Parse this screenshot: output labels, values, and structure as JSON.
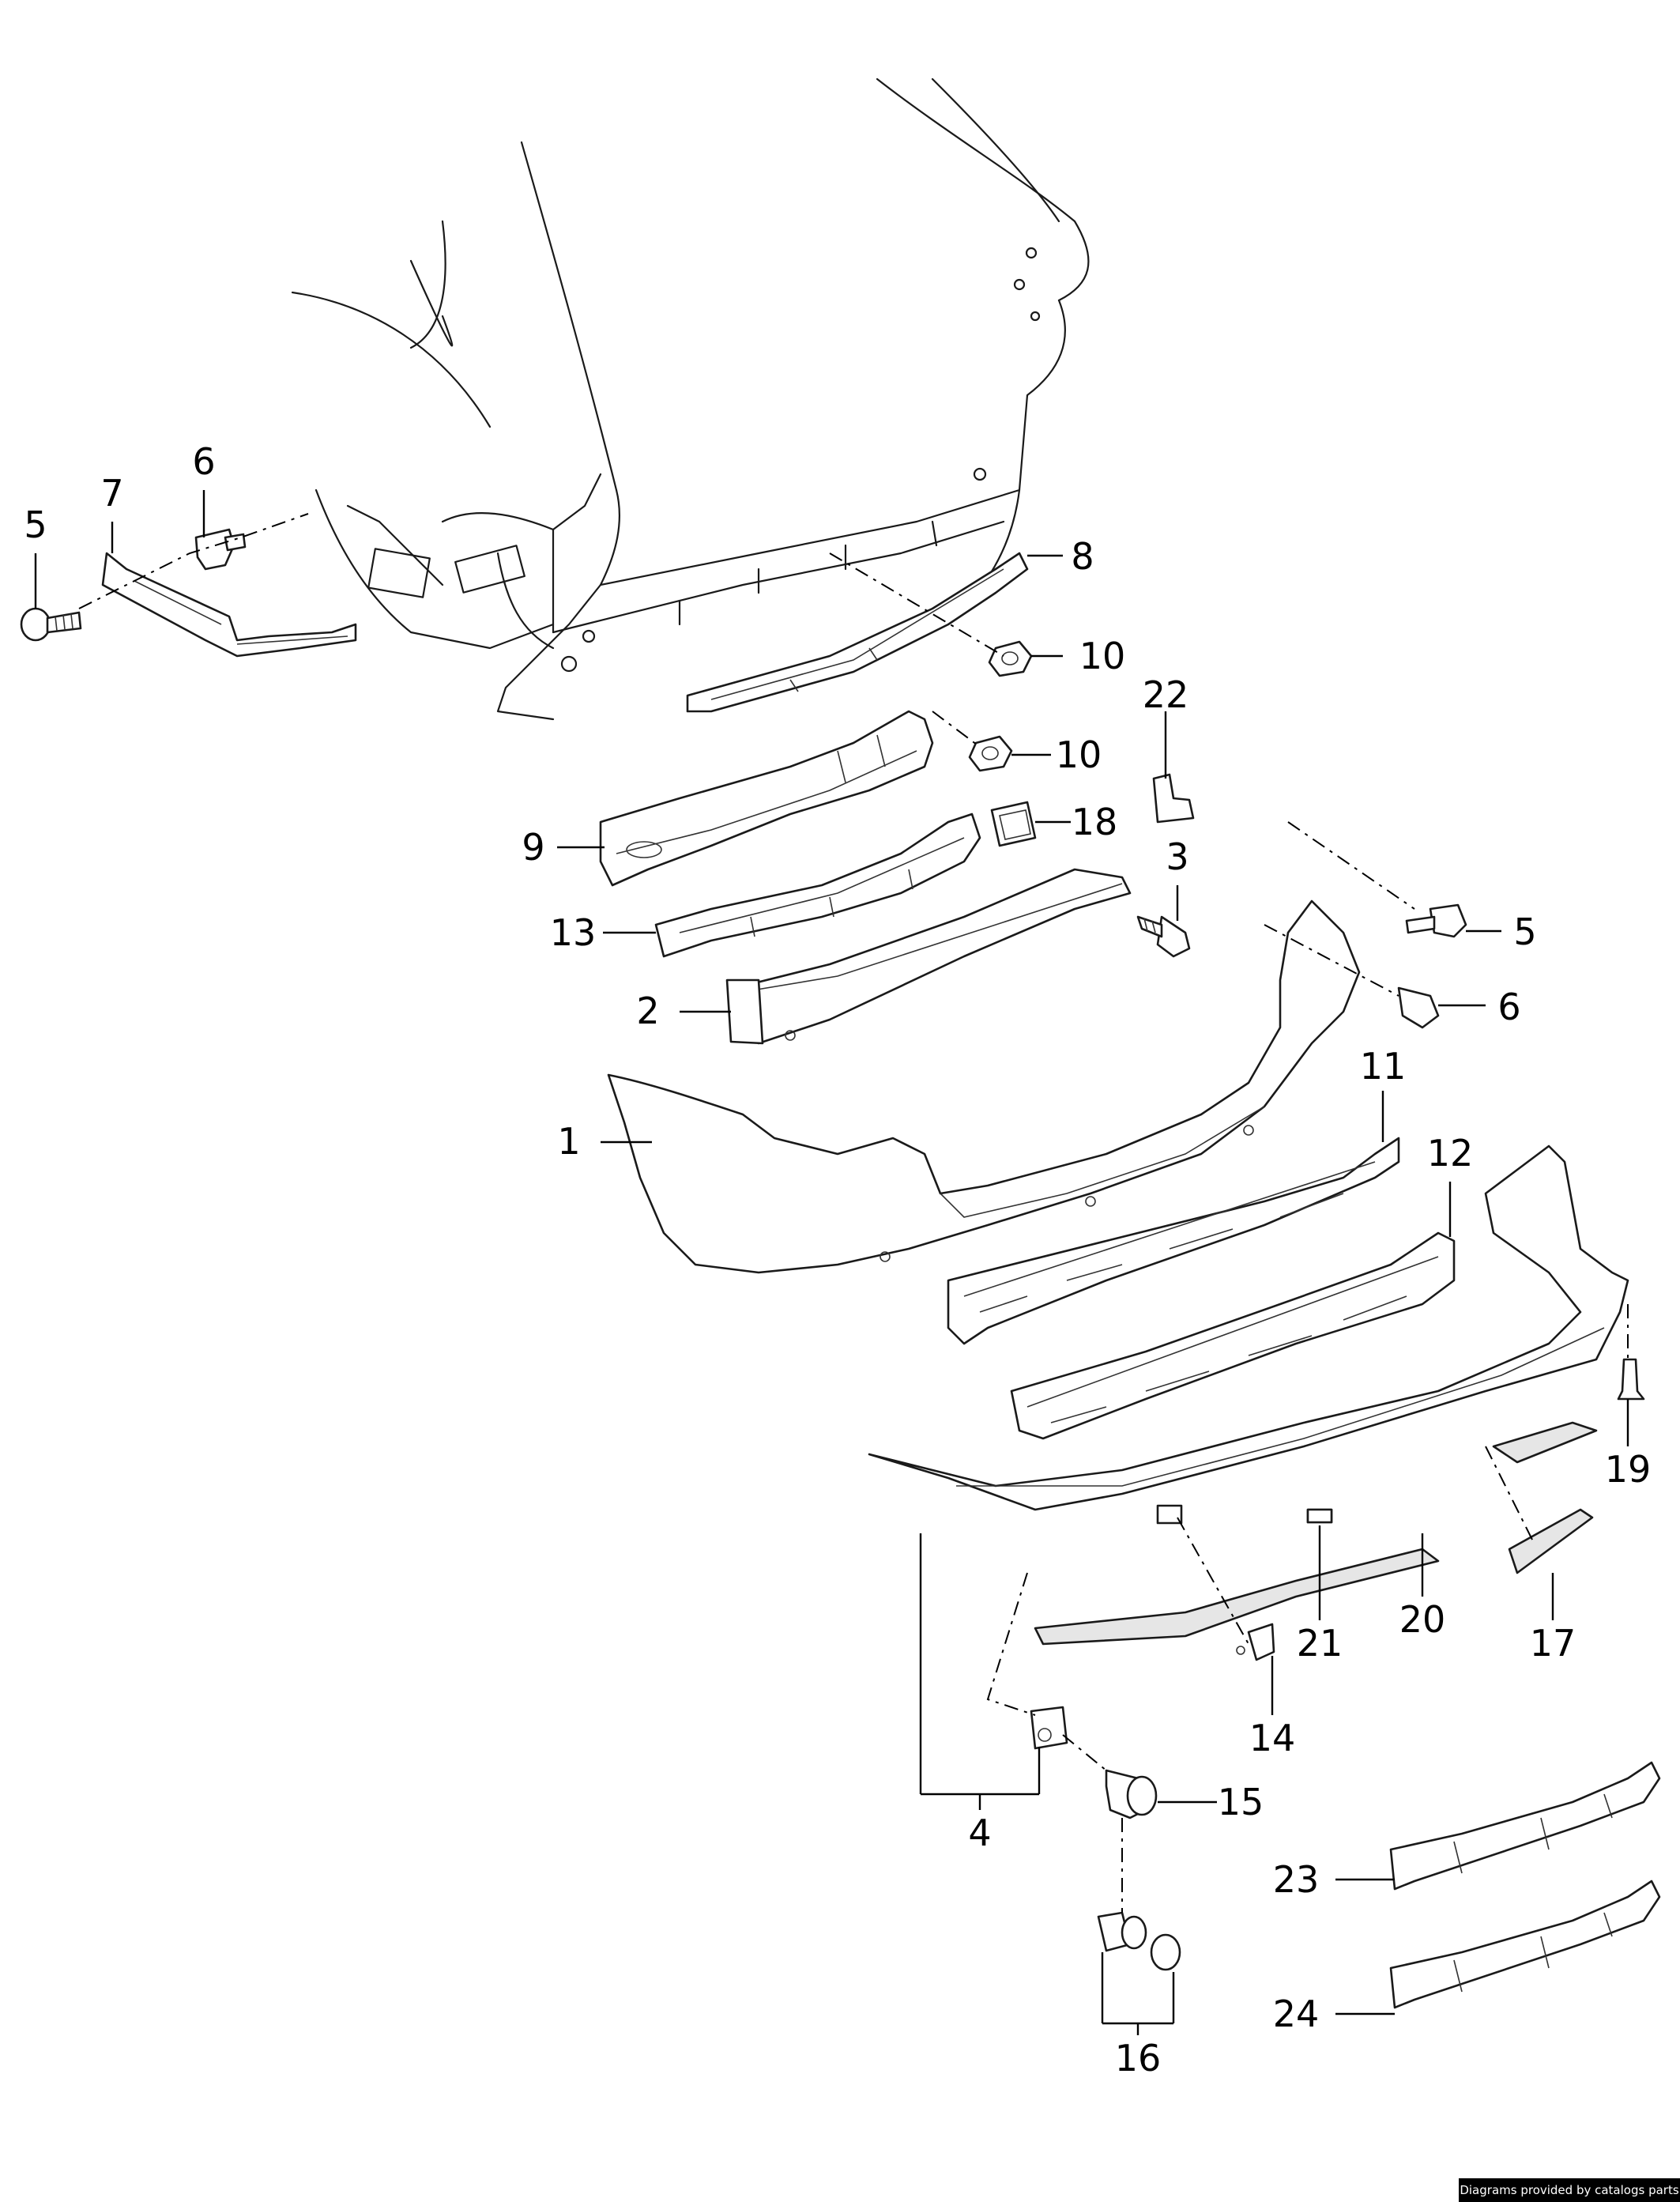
{
  "callouts": [
    {
      "id": "c1",
      "label": "1"
    },
    {
      "id": "c2",
      "label": "2"
    },
    {
      "id": "c3",
      "label": "3"
    },
    {
      "id": "c4",
      "label": "4"
    },
    {
      "id": "c5a",
      "label": "5"
    },
    {
      "id": "c5b",
      "label": "5"
    },
    {
      "id": "c6a",
      "label": "6"
    },
    {
      "id": "c6b",
      "label": "6"
    },
    {
      "id": "c7",
      "label": "7"
    },
    {
      "id": "c8",
      "label": "8"
    },
    {
      "id": "c9",
      "label": "9"
    },
    {
      "id": "c10a",
      "label": "10"
    },
    {
      "id": "c10b",
      "label": "10"
    },
    {
      "id": "c11",
      "label": "11"
    },
    {
      "id": "c12",
      "label": "12"
    },
    {
      "id": "c13",
      "label": "13"
    },
    {
      "id": "c14",
      "label": "14"
    },
    {
      "id": "c15",
      "label": "15"
    },
    {
      "id": "c16",
      "label": "16"
    },
    {
      "id": "c17",
      "label": "17"
    },
    {
      "id": "c18",
      "label": "18"
    },
    {
      "id": "c19",
      "label": "19"
    },
    {
      "id": "c20",
      "label": "20"
    },
    {
      "id": "c21",
      "label": "21"
    },
    {
      "id": "c22",
      "label": "22"
    },
    {
      "id": "c23",
      "label": "23"
    },
    {
      "id": "c24",
      "label": "24"
    }
  ],
  "credit": "Diagrams provided by catalogs parts"
}
